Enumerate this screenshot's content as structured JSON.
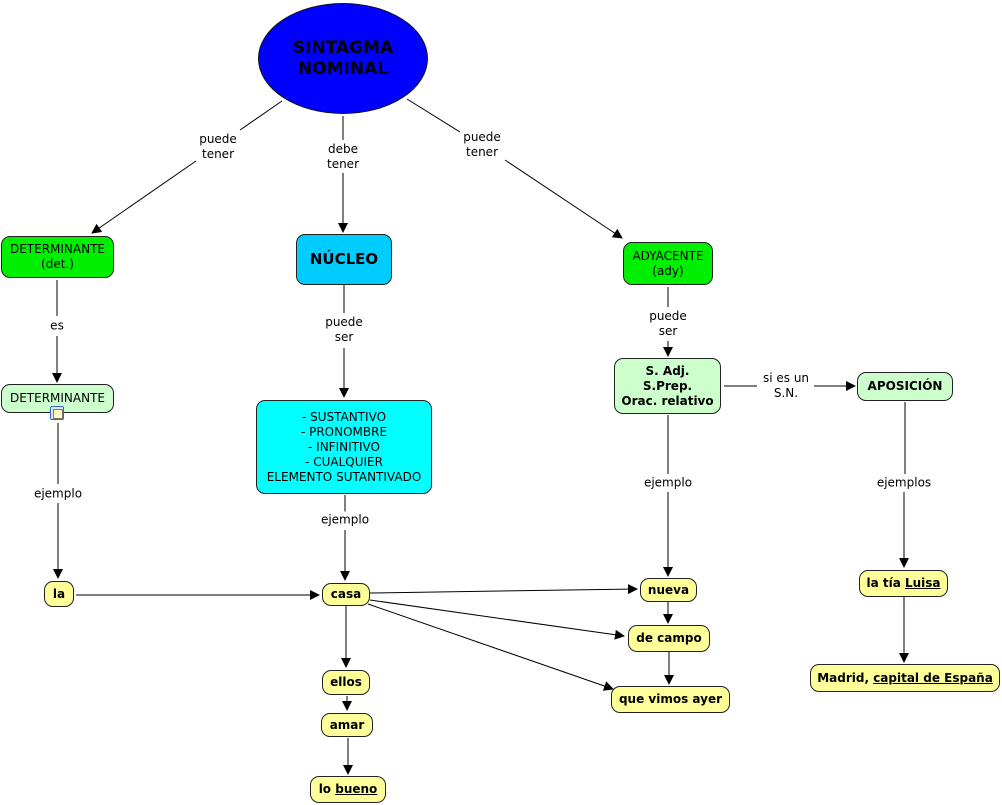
{
  "title": "SINTAGMA NOMINAL",
  "nodes": {
    "root": "SINTAGMA\nNOMINAL",
    "determinante": "DETERMINANTE\n(det.)",
    "nucleo": "NÚCLEO",
    "adyacente": "ADYACENTE\n(ady)",
    "determinante2": "DETERMINANTE",
    "nucleo_tipos": "- SUSTANTIVO\n- PRONOMBRE\n- INFINITIVO\n- CUALQUIER\nELEMENTO SUTANTIVADO",
    "adyacente_tipos": "S. Adj.\nS.Prep.\nOrac. relativo",
    "aposicion": "APOSICIÓN",
    "la": "la",
    "casa": "casa",
    "ellos": "ellos",
    "amar": "amar",
    "lo_bueno": {
      "pre": "lo ",
      "underlined": "bueno"
    },
    "nueva": "nueva",
    "de_campo": "de campo",
    "que_vimos_ayer": "que vimos ayer",
    "la_tia_luisa": {
      "pre": "la tía ",
      "underlined": "Luisa"
    },
    "madrid": {
      "pre": "Madrid, ",
      "underlined": "capital de España"
    }
  },
  "links": {
    "root_det": "puede\ntener",
    "root_nuc": "debe\ntener",
    "root_ady": "puede\ntener",
    "det_det2": "es",
    "nuc_tipos": "puede\nser",
    "ady_tipos": "puede\nser",
    "tipos_apos": "si es un\nS.N.",
    "det2_la": "ejemplo",
    "nuctipos_casa": "ejemplo",
    "adytipos_nueva": "ejemplo",
    "apos_luisa": "ejemplos"
  },
  "icons": {
    "resource": "resource-document-icon"
  },
  "colors": {
    "root": "#0000ff",
    "determinante": "#00ee00",
    "nucleo": "#00ccff",
    "tipos": "#00ffff",
    "light": "#ccffcc",
    "example": "#ffff99"
  }
}
